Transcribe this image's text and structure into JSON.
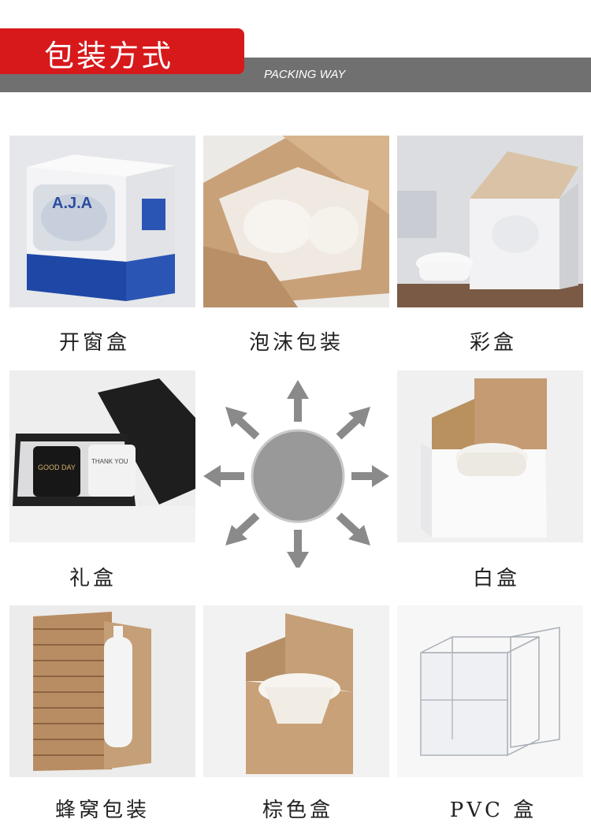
{
  "header": {
    "title": "包装方式",
    "subtitle": "PACKING WAY"
  },
  "items": [
    {
      "label": "开窗盒",
      "icon": "window-box-icon"
    },
    {
      "label": "泡沫包装",
      "icon": "foam-packaging-icon"
    },
    {
      "label": "彩盒",
      "icon": "color-box-icon"
    },
    {
      "label": "礼盒",
      "icon": "gift-box-icon"
    },
    {
      "label": "白盒",
      "icon": "white-box-icon"
    },
    {
      "label": "蜂窝包装",
      "icon": "honeycomb-packaging-icon"
    },
    {
      "label": "棕色盒",
      "icon": "brown-box-icon"
    },
    {
      "label": "PVC 盒",
      "icon": "pvc-box-icon"
    }
  ],
  "colors": {
    "accent_red": "#d7191c",
    "band_gray": "#707070",
    "arrow_gray": "#8a8a8a",
    "kraft": "#c9a178"
  }
}
